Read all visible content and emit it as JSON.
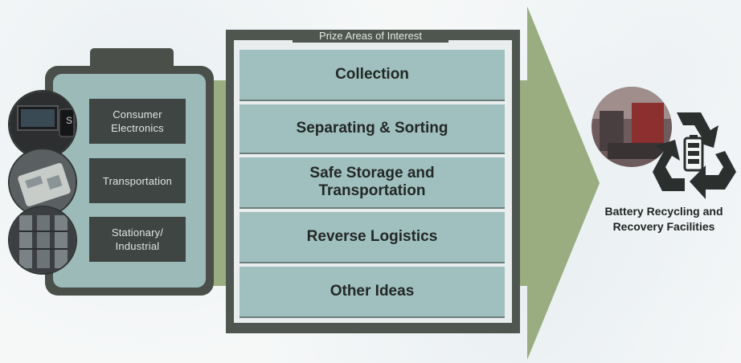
{
  "prize_title": "Prize Areas of Interest",
  "sources": [
    {
      "label": "Consumer\nElectronics",
      "icon": "consumer-electronics-photo"
    },
    {
      "label": "Transportation",
      "icon": "transportation-photo"
    },
    {
      "label": "Stationary/\nIndustrial",
      "icon": "stationary-industrial-photo"
    }
  ],
  "prize_areas": [
    "Collection",
    "Separating & Sorting",
    "Safe Storage and\nTransportation",
    "Reverse Logistics",
    "Other Ideas"
  ],
  "destination": {
    "label": "Battery Recycling and\nRecovery Facilities",
    "icon": "recycling-icon"
  },
  "colors": {
    "arrow": "#9aad80",
    "battery": "#4a4f4a",
    "battery_fill": "#9bbab8",
    "prize_item": "#9fc0be",
    "dark_box": "#3f4542"
  }
}
